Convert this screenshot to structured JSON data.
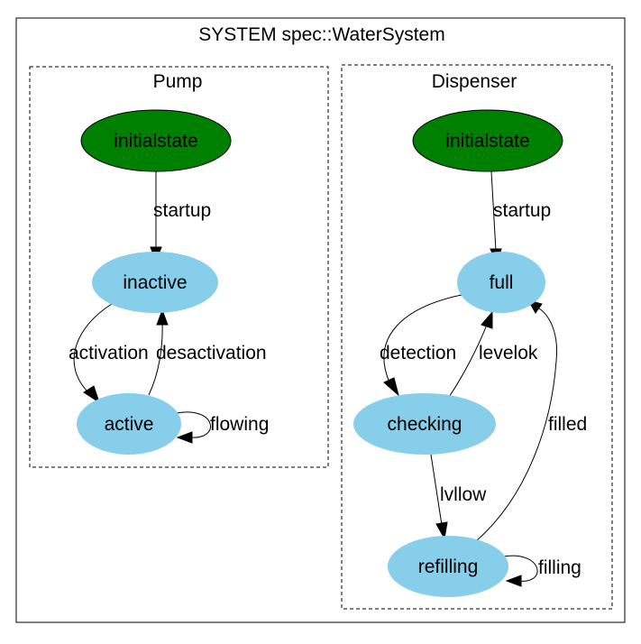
{
  "system": {
    "title": "SYSTEM spec::WaterSystem"
  },
  "colors": {
    "initial_fill": "#008000",
    "state_fill": "#87ceeb",
    "line": "#000000",
    "background": "#ffffff"
  },
  "clusters": {
    "pump": {
      "title": "Pump",
      "nodes": {
        "initial": "initialstate",
        "inactive": "inactive",
        "active": "active"
      },
      "edges": {
        "startup": "startup",
        "activation": "activation",
        "desactivation": "desactivation",
        "flowing": "flowing"
      }
    },
    "dispenser": {
      "title": "Dispenser",
      "nodes": {
        "initial": "initialstate",
        "full": "full",
        "checking": "checking",
        "refilling": "refilling"
      },
      "edges": {
        "startup": "startup",
        "detection": "detection",
        "levelok": "levelok",
        "lvllow": "lvllow",
        "filled": "filled",
        "filling": "filling"
      }
    }
  }
}
